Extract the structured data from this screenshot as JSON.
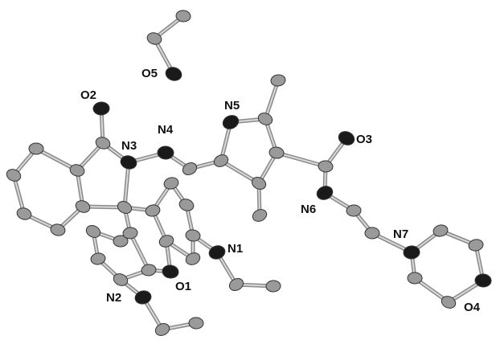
{
  "figure": {
    "type": "ORTEP crystal structure",
    "atom_labels": [
      "O5",
      "O2",
      "N3",
      "N4",
      "N5",
      "O3",
      "N6",
      "N7",
      "N1",
      "O1",
      "N2",
      "O4"
    ],
    "colors": {
      "carbon": "#9a9a9a",
      "heteroatom": "#1a1a1a",
      "bond": "#8a8a8a",
      "label": "#111111"
    }
  }
}
